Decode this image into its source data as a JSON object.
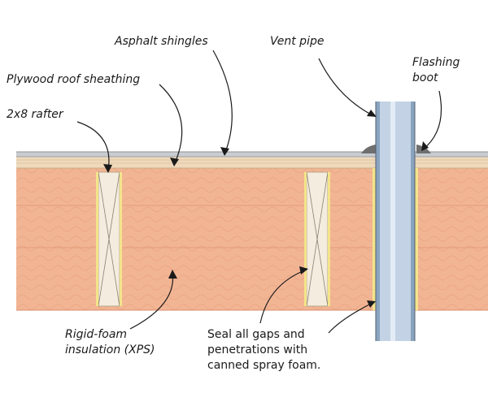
{
  "labels": {
    "asphalt_shingles": "Asphalt shingles",
    "vent_pipe": "Vent pipe",
    "flashing_boot": "Flashing\nboot",
    "plywood_sheathing": "Plywood roof sheathing",
    "rafter": "2x8 rafter",
    "rigid_foam": "Rigid-foam\ninsulation (XPS)",
    "seal_note": "Seal all gaps and\npenetrations with\ncanned spray foam."
  },
  "colors": {
    "foam": "#f2b594",
    "foam_line": "#e39a78",
    "sheathing": "#eed9bd",
    "shingle": "#c9ccd0",
    "rafter": "#f3ecdf",
    "rafter_edge": "#b8a98a",
    "pipe": "#c3d3e5",
    "pipe_dark": "#8aa3bf",
    "ink": "#1a1a1a"
  }
}
